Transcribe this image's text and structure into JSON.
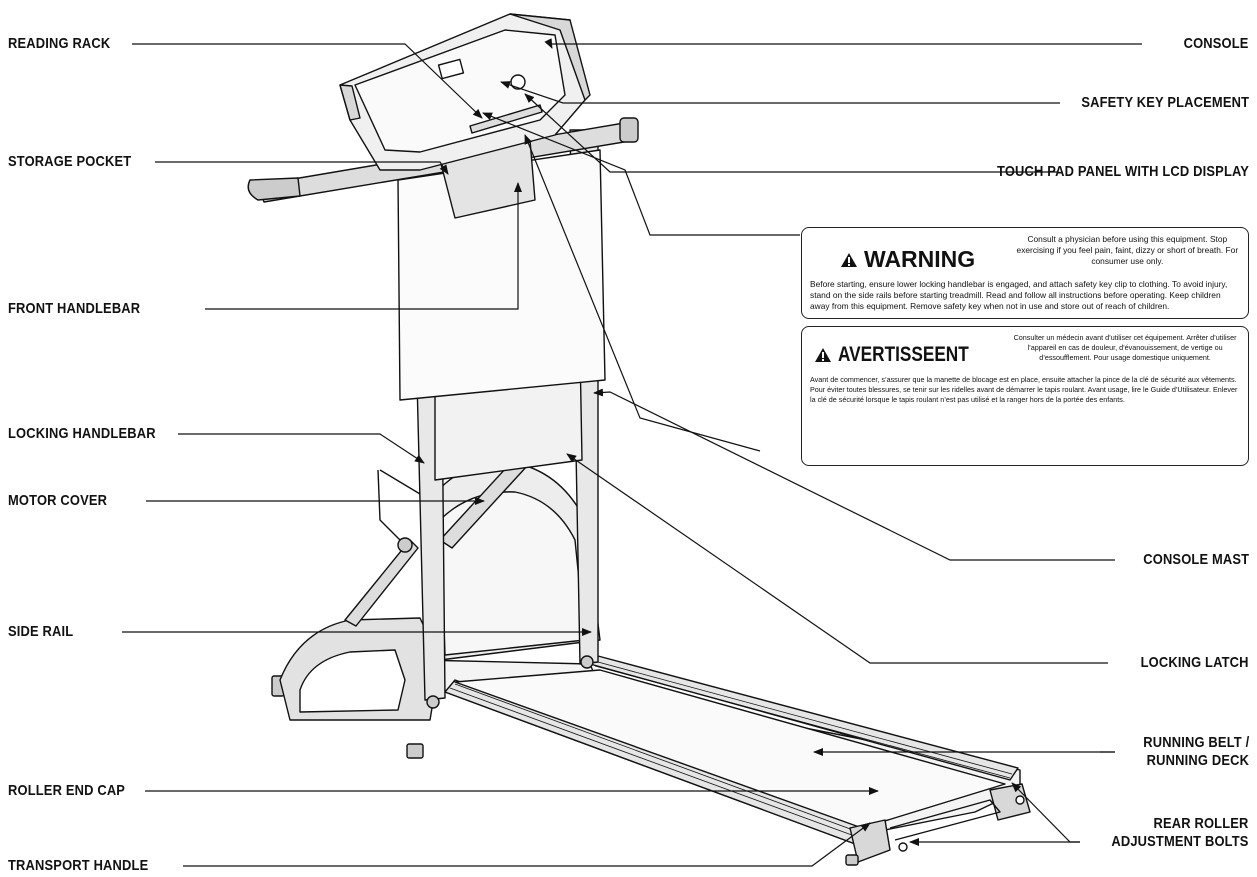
{
  "labels": {
    "reading_rack": "READING RACK",
    "storage_pocket": "STORAGE POCKET",
    "front_handlebar": "FRONT HANDLEBAR",
    "locking_handlebar": "LOCKING HANDLEBAR",
    "motor_cover": "MOTOR COVER",
    "side_rail": "SIDE RAIL",
    "roller_end_cap": "ROLLER END CAP",
    "transport_handle": "TRANSPORT HANDLE",
    "console": "CONSOLE",
    "safety_key_placement": "SAFETY KEY PLACEMENT",
    "touch_pad_panel": "TOUCH PAD PANEL WITH LCD DISPLAY",
    "console_mast": "CONSOLE MAST",
    "locking_latch": "LOCKING LATCH",
    "running_belt_line1": "RUNNING BELT /",
    "running_belt_line2": "RUNNING DECK",
    "rear_roller_line1": "REAR ROLLER",
    "rear_roller_line2": "ADJUSTMENT BOLTS"
  },
  "warning_en": {
    "title": "WARNING",
    "side_text": "Consult a physician before using this equipment. Stop exercising if you feel pain, faint, dizzy or short of breath. For consumer use only.",
    "body": "Before starting, ensure lower locking handlebar is engaged, and attach safety key clip to clothing. To avoid injury, stand on the side rails before starting treadmill. Read and follow all instructions before operating. Keep children away from this equipment. Remove safety key when not in use and store out of reach of children."
  },
  "warning_fr": {
    "title": "AVERTISSEENT",
    "side_text": "Consulter un médecin avant d’utiliser cet équipement. Arrêter d’utiliser l’appareil en cas de douleur, d’évanouissement, de vertige ou d’essoufflement. Pour usage domestique uniquement.",
    "body": "Avant de commencer, s’assurer que la manette de blocage est en place, ensuite attacher la pince de la clé de sécurité aux vêtements. Pour éviter toutes blessures, se tenir sur les ridelles avant de démarrer le tapis roulant. Avant usage, lire le Guide d’Utilisateur. Enlever la clé de sécurité lorsque le tapis roulant n’est pas utilisé et la ranger hors de la portée des enfants."
  },
  "icons": [
    "warning-triangle-icon"
  ]
}
